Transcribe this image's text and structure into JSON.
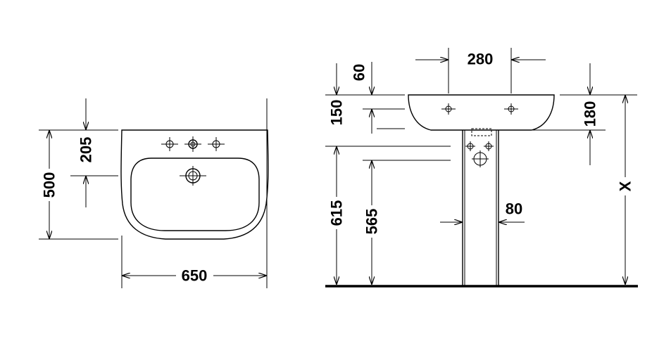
{
  "colors": {
    "line": "#000000",
    "background": "#ffffff"
  },
  "top_view": {
    "dim_tap_to_drain": "205",
    "dim_depth": "500",
    "dim_width": "650"
  },
  "side_view": {
    "dim_tap_spacing": "280",
    "dim_rim_offset": "60",
    "dim_rim_height": "150",
    "dim_basin_height": "180",
    "dim_installation_height": "X",
    "dim_pedestal_height": "615",
    "dim_outlet_height": "565",
    "dim_pedestal_width": "80"
  }
}
